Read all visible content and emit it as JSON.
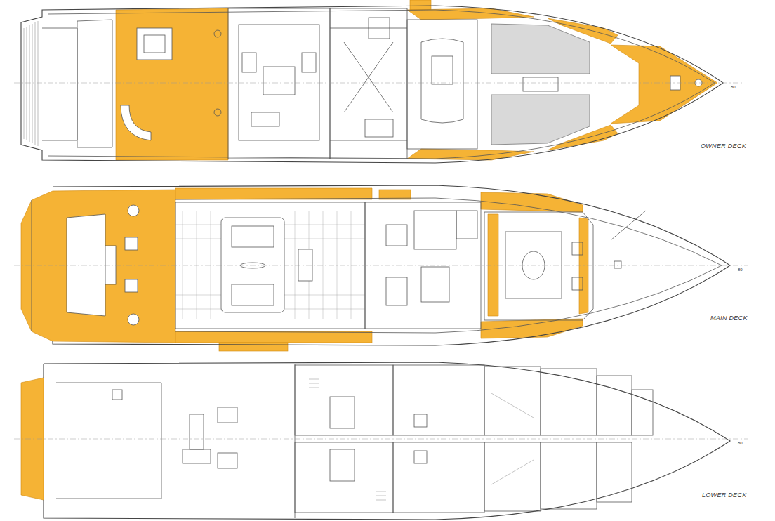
{
  "diagram": {
    "labels": [
      "OWNER DECK",
      "MAIN DECK",
      "LOWER DECK",
      "80",
      "80",
      "80"
    ]
  }
}
